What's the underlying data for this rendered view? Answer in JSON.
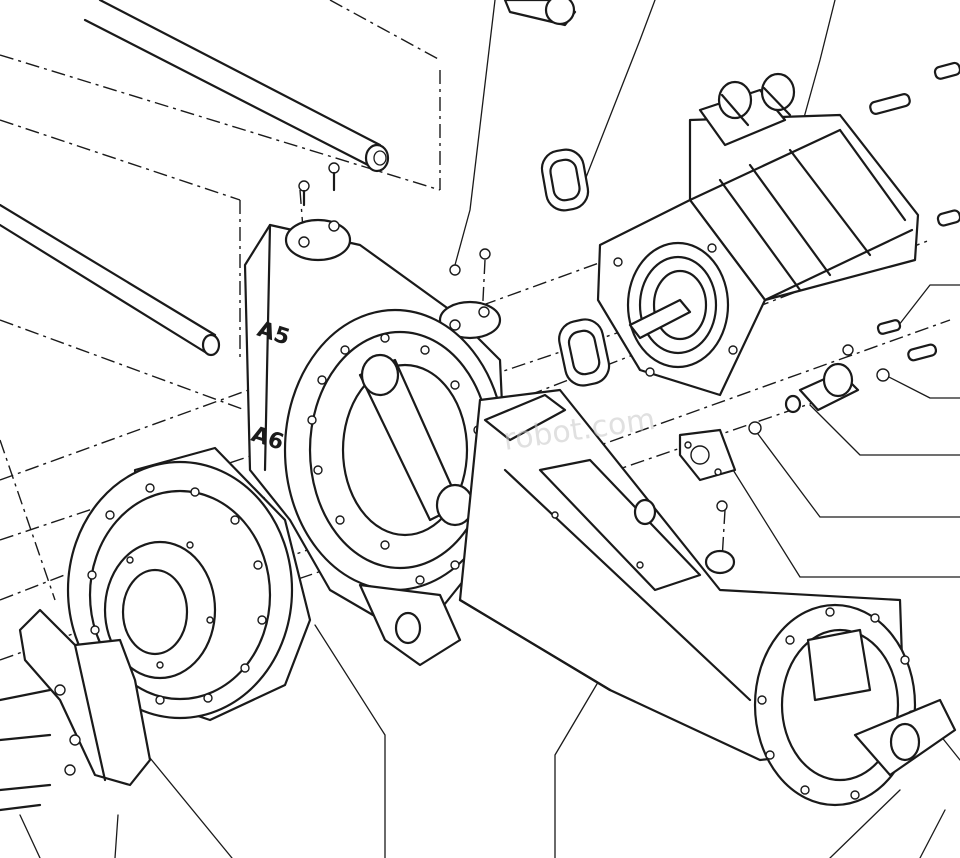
{
  "diagram": {
    "axis_labels": {
      "a5": "A5",
      "a6": "A6"
    },
    "watermark": "robot.com",
    "line_color": "#1a1a1a",
    "background_color": "#ffffff"
  }
}
